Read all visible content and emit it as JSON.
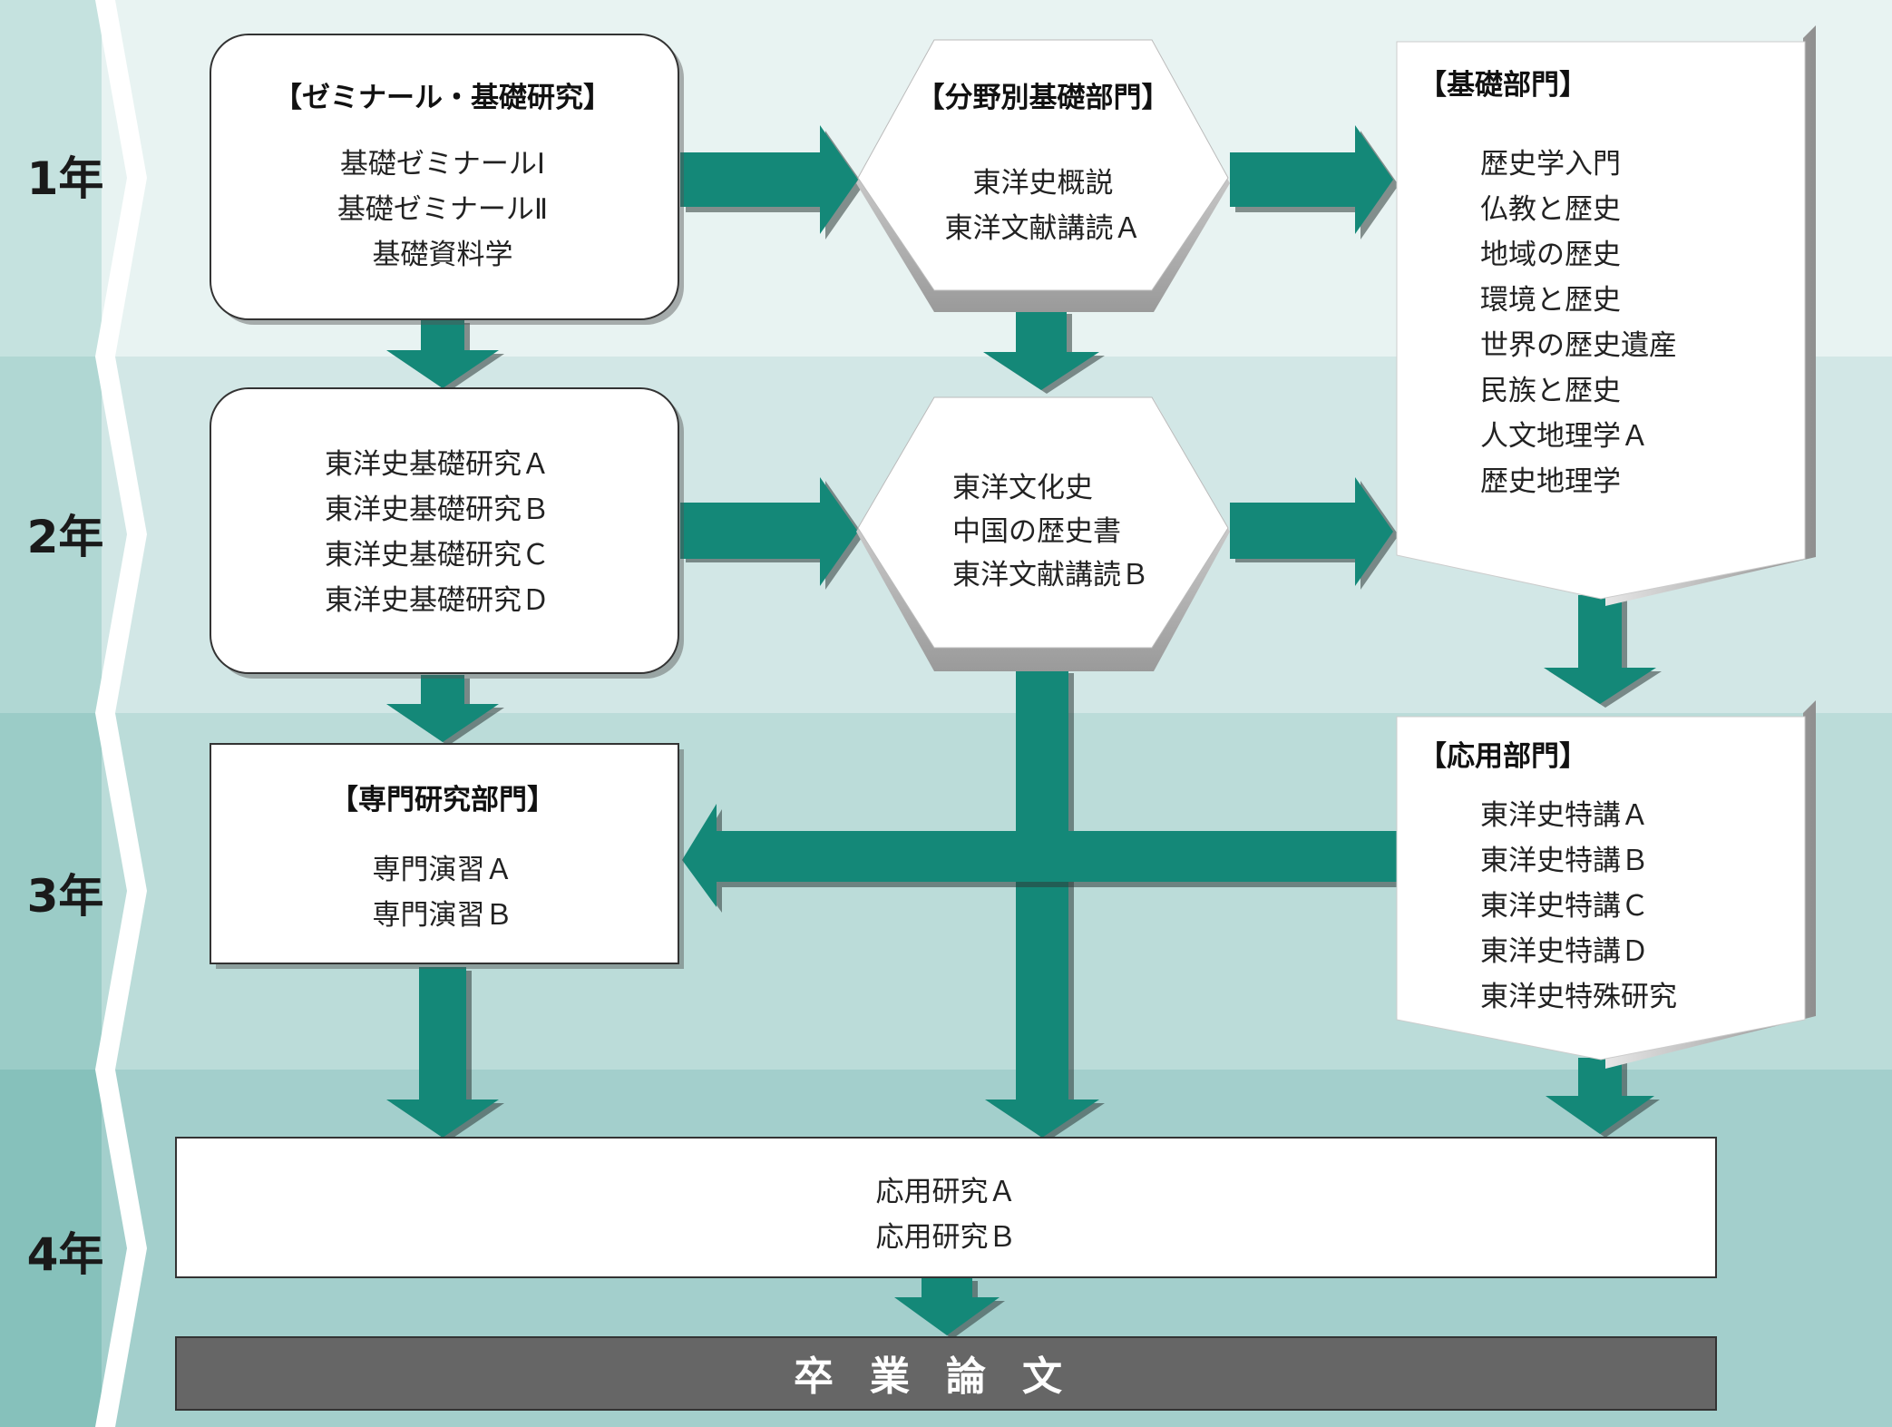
{
  "years": [
    {
      "label": "1年",
      "color": "#e8f3f2"
    },
    {
      "label": "2年",
      "color": "#d2e7e6"
    },
    {
      "label": "3年",
      "color": "#bbdcd9"
    },
    {
      "label": "4年",
      "color": "#a3cfcc"
    }
  ],
  "year_tab_colors": [
    "#c5e2df",
    "#b0d7d3",
    "#9bccc7",
    "#86c1bb"
  ],
  "colors": {
    "arrow": "#148878",
    "arrow_shadow": "#2e3a38",
    "box_fill": "#ffffff",
    "box_border": "#333333",
    "thesis_fill": "#666666",
    "thesis_text": "#ffffff",
    "hex_bevel": "#a9a9a9"
  },
  "boxes": {
    "seminar": {
      "title": "【ゼミナール・基礎研究】",
      "items": [
        "基礎ゼミナールⅠ",
        "基礎ゼミナールⅡ",
        "基礎資料学"
      ]
    },
    "field_basic": {
      "title": "【分野別基礎部門】",
      "items": [
        "東洋史概説",
        "東洋文献講読Ａ"
      ]
    },
    "basic_dept": {
      "title": "【基礎部門】",
      "items": [
        "歴史学入門",
        "仏教と歴史",
        "地域の歴史",
        "環境と歴史",
        "世界の歴史遺産",
        "民族と歴史",
        "人文地理学Ａ",
        "歴史地理学"
      ]
    },
    "basic_research": {
      "items": [
        "東洋史基礎研究Ａ",
        "東洋史基礎研究Ｂ",
        "東洋史基礎研究Ｃ",
        "東洋史基礎研究Ｄ"
      ]
    },
    "culture_history": {
      "items": [
        "東洋文化史",
        "中国の歴史書",
        "東洋文献講読Ｂ"
      ]
    },
    "specialized": {
      "title": "【専門研究部門】",
      "items": [
        "専門演習Ａ",
        "専門演習Ｂ"
      ]
    },
    "applied_dept": {
      "title": "【応用部門】",
      "items": [
        "東洋史特講Ａ",
        "東洋史特講Ｂ",
        "東洋史特講Ｃ",
        "東洋史特講Ｄ",
        "東洋史特殊研究"
      ]
    },
    "applied_research": {
      "items": [
        "応用研究Ａ",
        "応用研究Ｂ"
      ]
    },
    "thesis": {
      "title": "卒業論文"
    }
  }
}
